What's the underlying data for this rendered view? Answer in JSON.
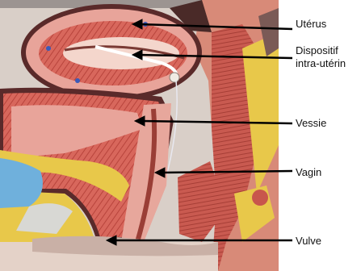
{
  "labels": {
    "uterus": "Utérus",
    "iud_line1": "Dispositif",
    "iud_line2": "intra-utérin",
    "bladder": "Vessie",
    "vagina": "Vagin",
    "vulva": "Vulve"
  },
  "colors": {
    "background": "#ffffff",
    "arrow": "#000000",
    "tissue_pink": "#e8a49a",
    "muscle_red": "#c8564c",
    "fat_yellow": "#e8c84a",
    "peritoneum_gray": "#a89a94",
    "blue_fluid": "#6fb0dc",
    "dark_border": "#5a2a2a"
  }
}
